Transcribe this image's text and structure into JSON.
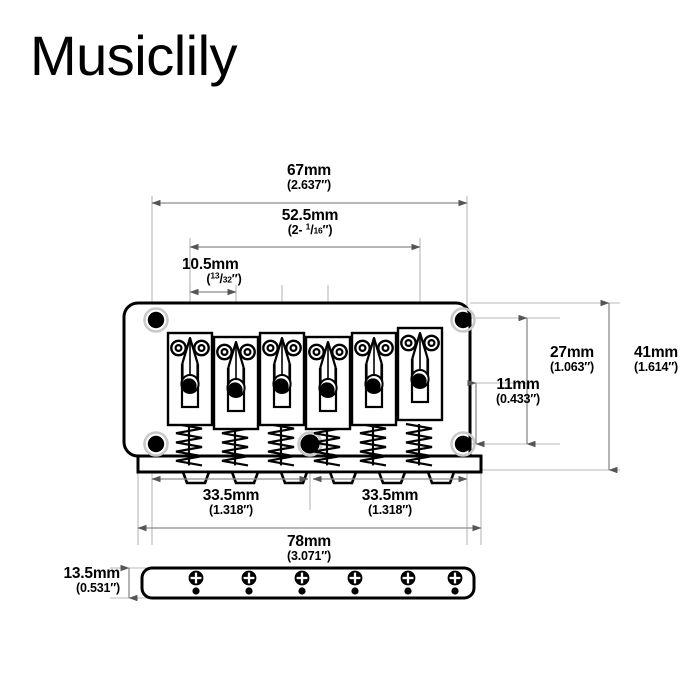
{
  "brand": {
    "name": "Musiclily"
  },
  "drawing": {
    "title": "guitar-bridge-technical-drawing",
    "colors": {
      "line": "#000000",
      "dimension_line": "#8c8c8c",
      "extension_line": "#b3b3b3",
      "fill": "#ffffff",
      "hole": "#000000",
      "hole_ring": "#c9c9c9"
    },
    "saddle_count": 6,
    "mounting_holes": 5
  },
  "dimensions": {
    "width_overall": {
      "mm": "67mm",
      "inch": "(2.637″)"
    },
    "string_span": {
      "mm": "52.5mm",
      "inch_prefix": "(2-",
      "inch_num": "1",
      "inch_den": "16",
      "inch_suffix": "″)"
    },
    "string_spacing": {
      "mm": "10.5mm",
      "inch_prefix": "(",
      "inch_num": "13",
      "inch_den": "32",
      "inch_suffix": "″)"
    },
    "hole_span_vertical": {
      "mm": "27mm",
      "inch": "(1.063″)"
    },
    "height_overall": {
      "mm": "41mm",
      "inch": "(1.614″)"
    },
    "inner_vertical": {
      "mm": "11mm",
      "inch": "(0.433″)"
    },
    "half_width_left": {
      "mm": "33.5mm",
      "inch": "(1.318″)"
    },
    "half_width_right": {
      "mm": "33.5mm",
      "inch": "(1.318″)"
    },
    "base_width": {
      "mm": "78mm",
      "inch": "(3.071″)"
    },
    "side_height": {
      "mm": "13.5mm",
      "inch": "(0.531″)"
    }
  }
}
